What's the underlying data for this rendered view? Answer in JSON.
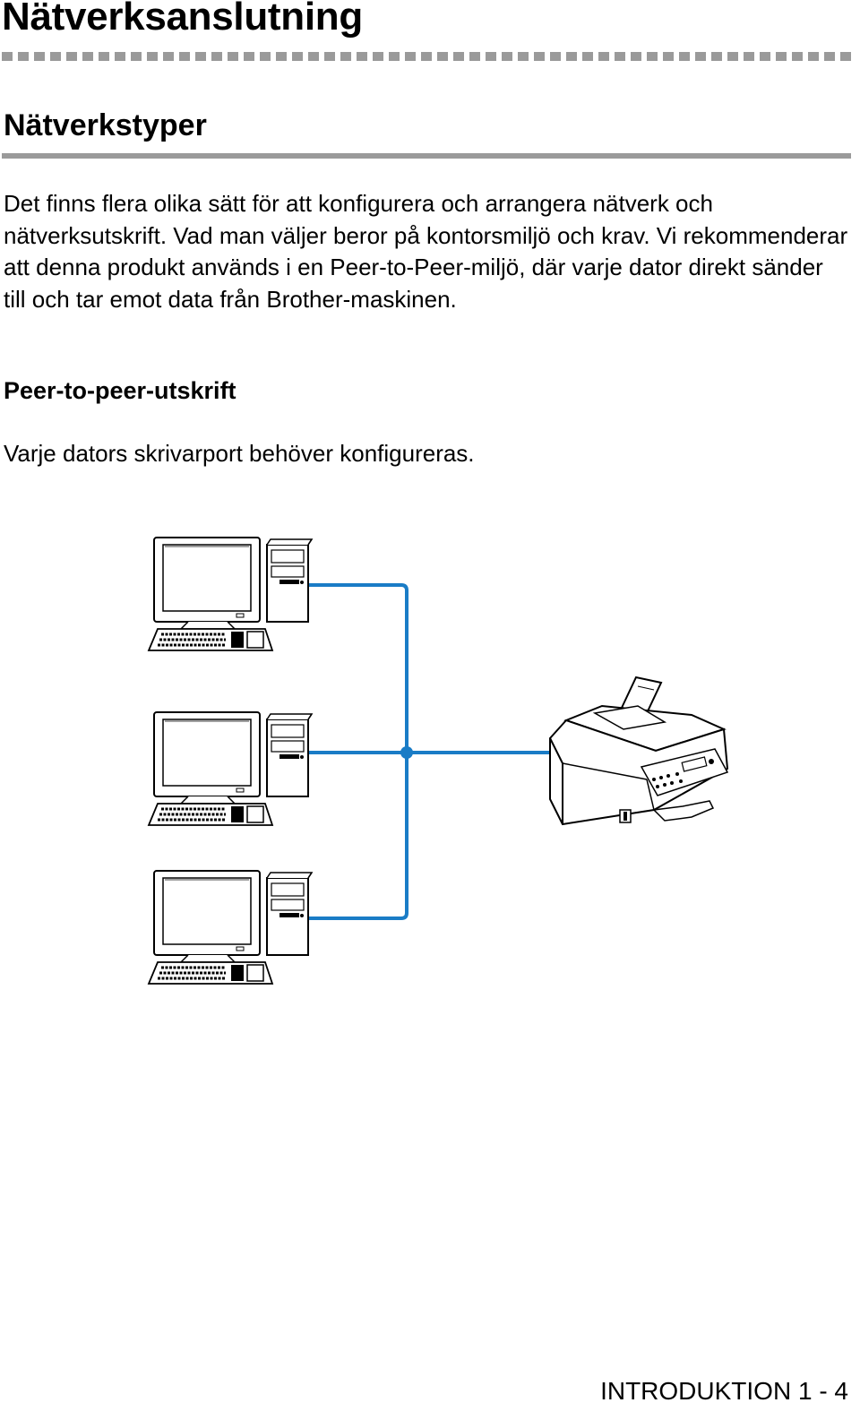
{
  "page": {
    "chapter_title": "Nätverksanslutning",
    "section_title": "Nätverkstyper",
    "intro_paragraph": "Det finns flera olika sätt för att konfigurera och arrangera nätverk och nätverksutskrift. Vad man väljer beror på kontorsmiljö och krav. Vi rekommenderar att denna produkt används i en Peer-to-Peer-miljö, där varje dator direkt sänder till och tar emot data från Brother-maskinen.",
    "subsection_title": "Peer-to-peer-utskrift",
    "subsection_paragraph": "Varje dators skrivarport behöver konfigureras.",
    "footer": "INTRODUKTION 1 - 4"
  },
  "colors": {
    "network_cable": "#1a7cc6",
    "rule_gray": "#9a9a9a"
  },
  "diagram": {
    "icons": [
      "computer-icon",
      "computer-icon",
      "computer-icon",
      "multifunction-printer-icon"
    ]
  }
}
